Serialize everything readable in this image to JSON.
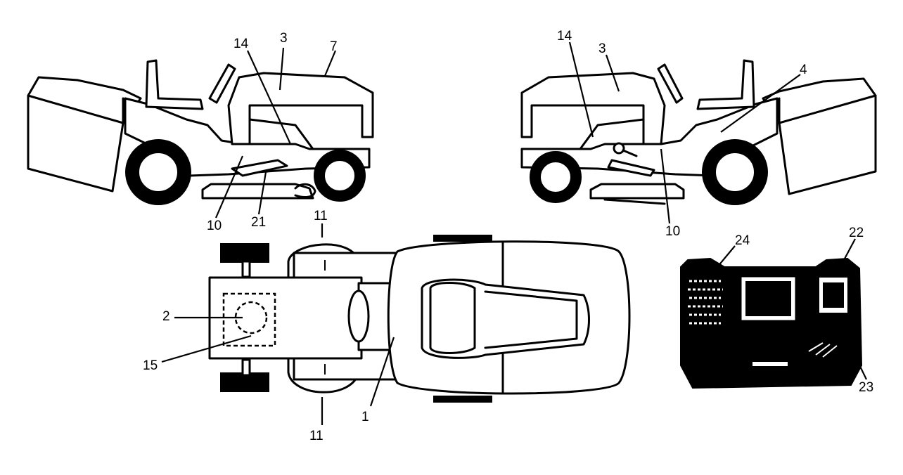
{
  "diagram": {
    "callouts": {
      "left_14": "14",
      "left_3": "3",
      "left_7": "7",
      "left_10": "10",
      "left_21": "21",
      "right_14": "14",
      "right_3": "3",
      "right_4": "4",
      "right_10": "10",
      "top_11_upper": "11",
      "top_11_lower": "11",
      "top_2": "2",
      "top_15": "15",
      "top_1": "1",
      "deck_24": "24",
      "deck_22": "22",
      "deck_23": "23"
    },
    "colors": {
      "line": "#000000",
      "background": "#ffffff"
    }
  }
}
